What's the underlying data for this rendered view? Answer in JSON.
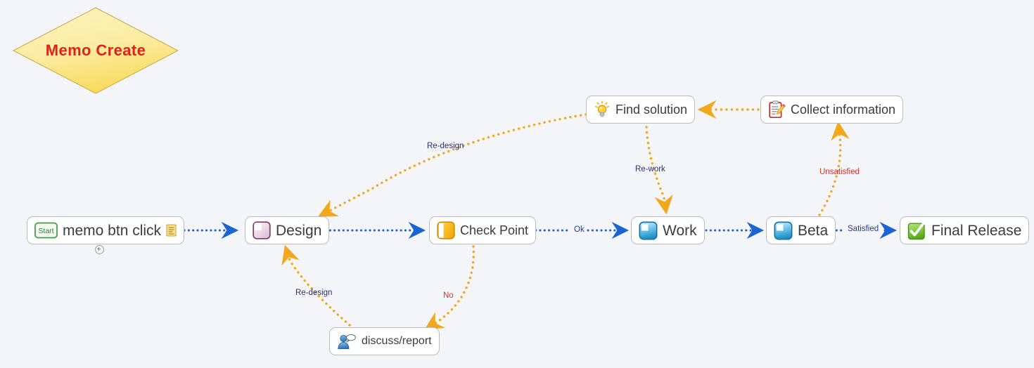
{
  "diagram": {
    "title": "Memo Create",
    "title_shape": "diamond",
    "title_text_color": "#e32119",
    "background_color": "#f4f5f8",
    "flow_arrow_color": "#1b64d1",
    "loop_arrow_color": "#f2a81d"
  },
  "nodes": [
    {
      "id": "start",
      "label": "memo btn click",
      "icon": "start-badge-icon",
      "trailing_icon": "note-icon",
      "has_expand_toggle": true
    },
    {
      "id": "design",
      "label": "Design",
      "icon": "design-square-icon",
      "trailing_icon": null,
      "has_expand_toggle": false
    },
    {
      "id": "check",
      "label": "Check Point",
      "icon": "checkpoint-square-icon",
      "trailing_icon": null,
      "has_expand_toggle": false
    },
    {
      "id": "work",
      "label": "Work",
      "icon": "work-window-icon",
      "trailing_icon": null,
      "has_expand_toggle": false
    },
    {
      "id": "beta",
      "label": "Beta",
      "icon": "beta-window-icon",
      "trailing_icon": null,
      "has_expand_toggle": false
    },
    {
      "id": "release",
      "label": "Final Release",
      "icon": "green-check-icon",
      "trailing_icon": null,
      "has_expand_toggle": false
    },
    {
      "id": "find",
      "label": "Find solution",
      "icon": "lightbulb-icon",
      "trailing_icon": null,
      "has_expand_toggle": false
    },
    {
      "id": "collect",
      "label": "Collect information",
      "icon": "clipboard-pencil-icon",
      "trailing_icon": null,
      "has_expand_toggle": false
    },
    {
      "id": "discuss",
      "label": "discuss/report",
      "icon": "person-speech-icon",
      "trailing_icon": null,
      "has_expand_toggle": false
    }
  ],
  "edges": [
    {
      "id": "e-start-design",
      "from": "start",
      "to": "design",
      "label": "",
      "style": "blue-dotted"
    },
    {
      "id": "e-design-check",
      "from": "design",
      "to": "check",
      "label": "",
      "style": "blue-dotted"
    },
    {
      "id": "e-check-work",
      "from": "check",
      "to": "work",
      "label": "Ok",
      "style": "blue-dotted"
    },
    {
      "id": "e-work-beta",
      "from": "work",
      "to": "beta",
      "label": "",
      "style": "blue-dotted"
    },
    {
      "id": "e-beta-release",
      "from": "beta",
      "to": "release",
      "label": "Satisfied",
      "style": "blue-dotted"
    },
    {
      "id": "e-find-design",
      "from": "find",
      "to": "design",
      "label": "Re-design",
      "style": "orange-dotted"
    },
    {
      "id": "e-find-work",
      "from": "find",
      "to": "work",
      "label": "Re-work",
      "style": "orange-dotted"
    },
    {
      "id": "e-collect-find",
      "from": "collect",
      "to": "find",
      "label": "",
      "style": "orange-dotted"
    },
    {
      "id": "e-beta-collect",
      "from": "beta",
      "to": "collect",
      "label": "Unsatisfied",
      "style": "orange-dotted"
    },
    {
      "id": "e-check-discuss",
      "from": "check",
      "to": "discuss",
      "label": "No",
      "style": "orange-dotted"
    },
    {
      "id": "e-discuss-design",
      "from": "discuss",
      "to": "design",
      "label": "Re-design",
      "style": "orange-dotted"
    }
  ],
  "edge_labels": {
    "ok": "Ok",
    "satisfied": "Satisfied",
    "redesign_top": "Re-design",
    "rework": "Re-work",
    "unsatisfied": "Unsatisfied",
    "no": "No",
    "redesign_bottom": "Re-design"
  },
  "icon_text": {
    "start_badge": "Start"
  }
}
